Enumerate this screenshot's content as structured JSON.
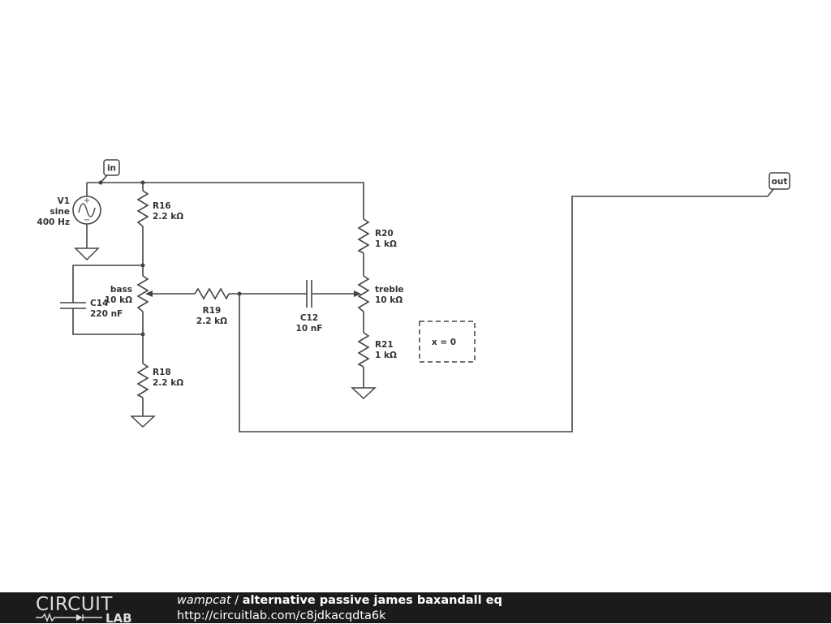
{
  "colors": {
    "wire": "#444444",
    "footer_bg": "#1b1b1b",
    "footer_text": "#ffffff"
  },
  "ports": {
    "in": "in",
    "out": "out"
  },
  "components": {
    "v1": {
      "name": "V1",
      "type": "sine",
      "freq": "400 Hz"
    },
    "r16": {
      "name": "R16",
      "value": "2.2 kΩ"
    },
    "r18": {
      "name": "R18",
      "value": "2.2 kΩ"
    },
    "r19": {
      "name": "R19",
      "value": "2.2 kΩ"
    },
    "r20": {
      "name": "R20",
      "value": "1 kΩ"
    },
    "r21": {
      "name": "R21",
      "value": "1 kΩ"
    },
    "bass": {
      "name": "bass",
      "value": "10 kΩ"
    },
    "treble": {
      "name": "treble",
      "value": "10 kΩ"
    },
    "c14": {
      "name": "C14",
      "value": "220 nF"
    },
    "c12": {
      "name": "C12",
      "value": "10 nF"
    }
  },
  "param_box": {
    "text": "x = 0"
  },
  "footer": {
    "logo_top": "CIRCUIT",
    "logo_bottom": "LAB",
    "author": "wampcat",
    "separator": " / ",
    "title": "alternative passive james baxandall eq",
    "url": "http://circuitlab.com/c8jdkacqdta6k"
  }
}
